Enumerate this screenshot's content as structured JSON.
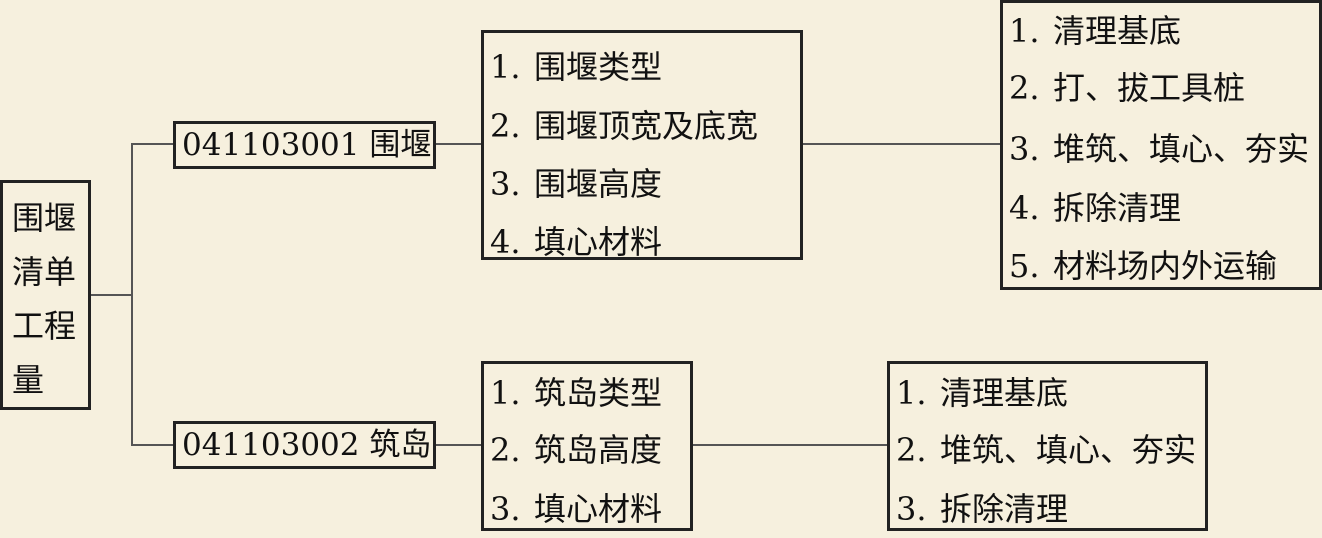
{
  "root": {
    "label": "围堰清单工程量"
  },
  "branches": [
    {
      "code": "041103001 围堰",
      "features": [
        "围堰类型",
        "围堰顶宽及底宽",
        "围堰高度",
        "填心材料"
      ],
      "work": [
        "清理基底",
        "打、拔工具桩",
        "堆筑、填心、夯实",
        "拆除清理",
        "材料场内外运输"
      ]
    },
    {
      "code": "041103002 筑岛",
      "features": [
        "筑岛类型",
        "筑岛高度",
        "填心材料"
      ],
      "work": [
        "清理基底",
        "堆筑、填心、夯实",
        "拆除清理"
      ]
    }
  ]
}
